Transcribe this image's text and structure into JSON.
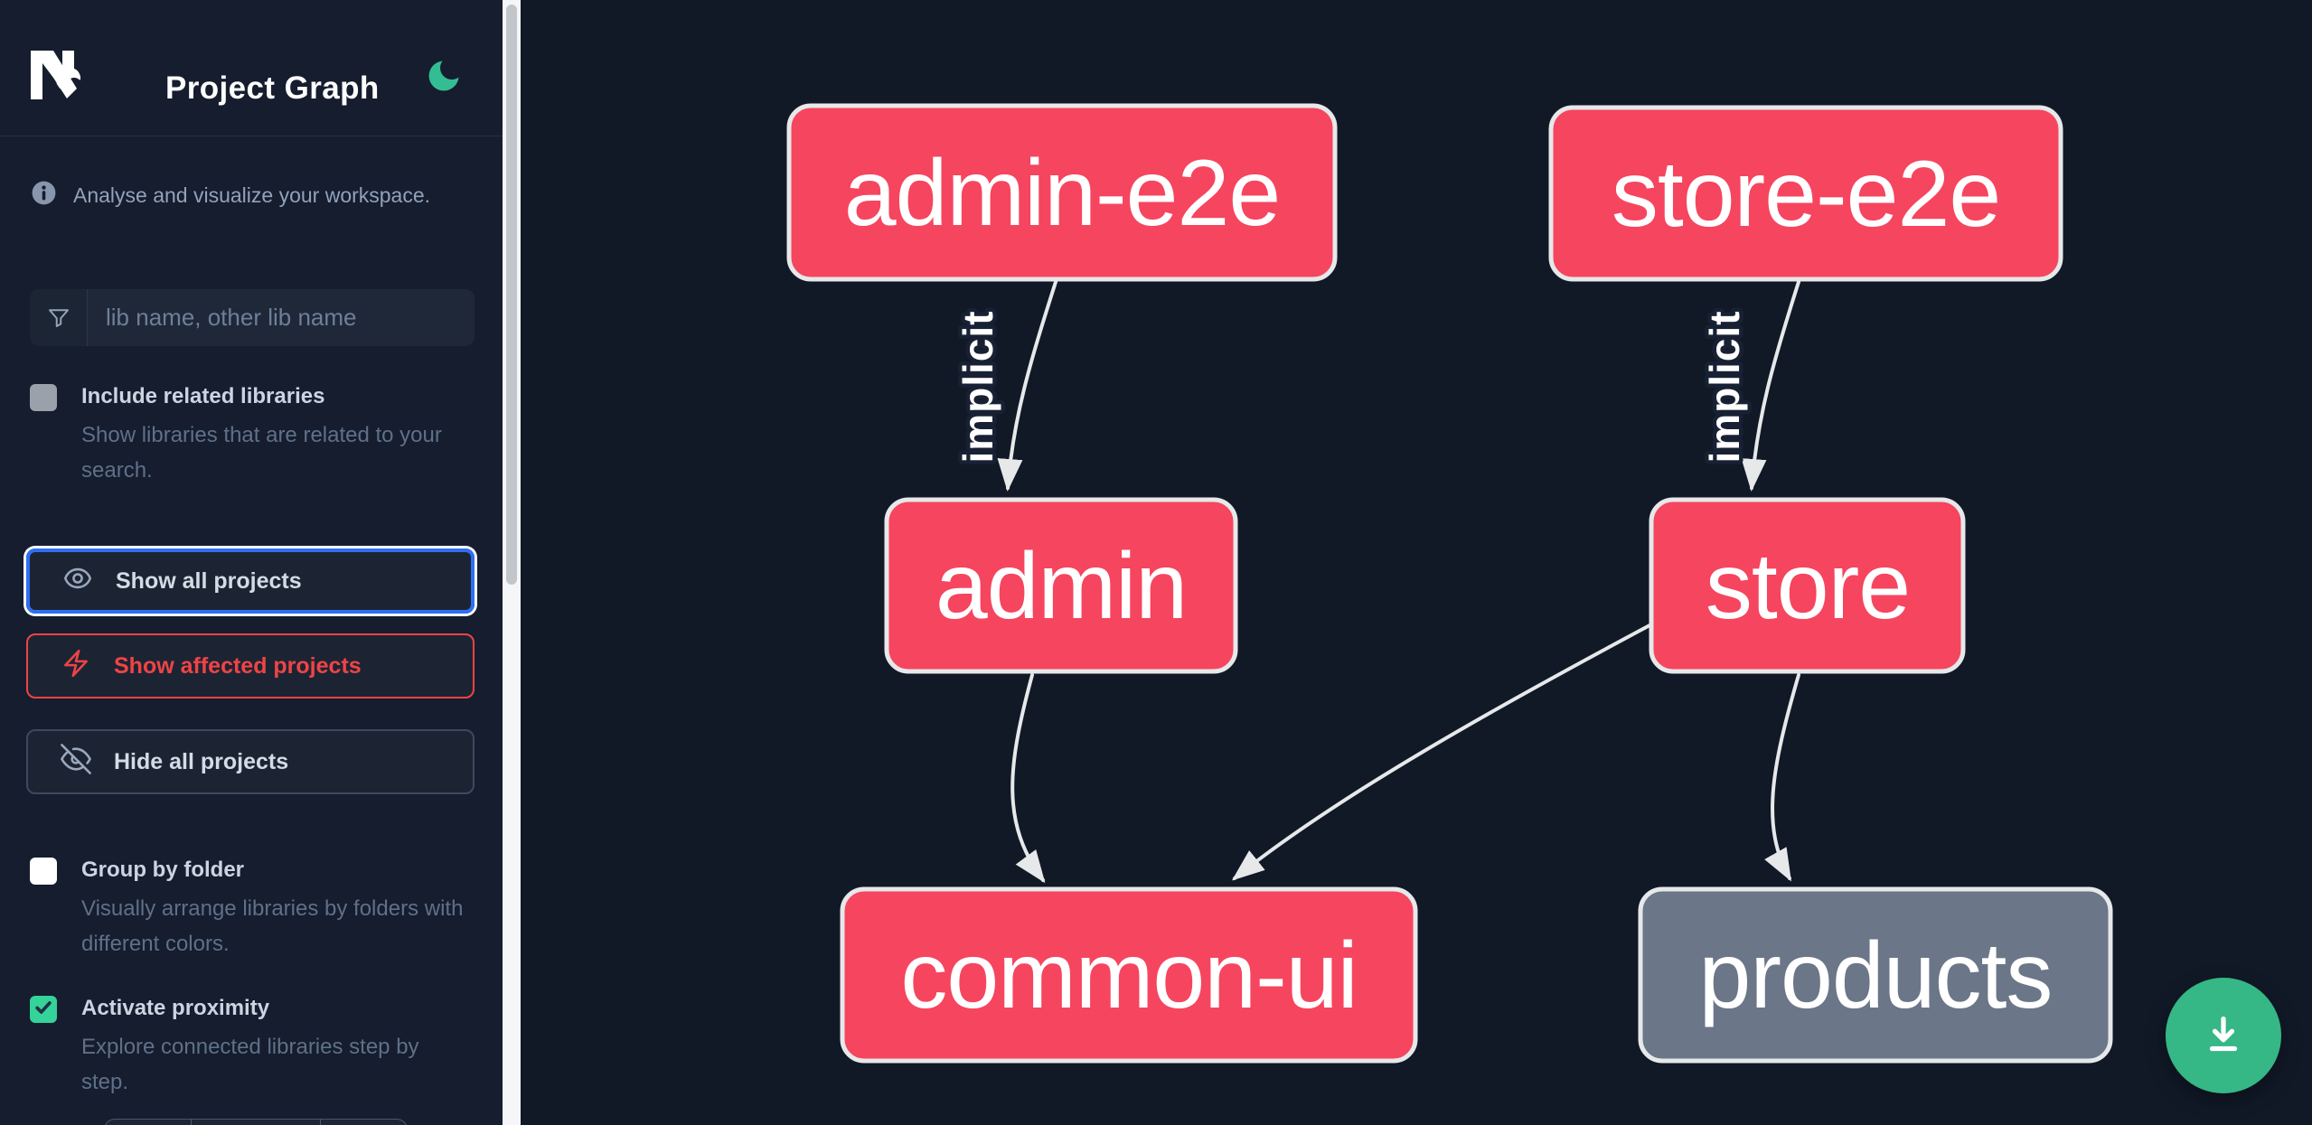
{
  "header": {
    "title": "Project Graph"
  },
  "sidebar": {
    "tagline": "Analyse and visualize your workspace.",
    "search_placeholder": "lib name, other lib name",
    "include_related": {
      "label": "Include related libraries",
      "description": "Show libraries that are related to your search.",
      "checked": false
    },
    "actions": [
      {
        "label": "Show all projects",
        "state": "focused"
      },
      {
        "label": "Show affected projects",
        "state": "affected"
      },
      {
        "label": "Hide all projects",
        "state": "default"
      }
    ],
    "group_by_folder": {
      "label": "Group by folder",
      "description": "Visually arrange libraries by folders with different colors.",
      "checked": false
    },
    "activate_proximity": {
      "label": "Activate proximity",
      "description": "Explore connected libraries step by step.",
      "checked": true
    }
  },
  "graph": {
    "nodes": [
      {
        "id": "admin-e2e",
        "label": "admin-e2e",
        "color": "pink"
      },
      {
        "id": "store-e2e",
        "label": "store-e2e",
        "color": "pink"
      },
      {
        "id": "admin",
        "label": "admin",
        "color": "pink"
      },
      {
        "id": "store",
        "label": "store",
        "color": "pink"
      },
      {
        "id": "common-ui",
        "label": "common-ui",
        "color": "pink"
      },
      {
        "id": "products",
        "label": "products",
        "color": "gray"
      }
    ],
    "edges": [
      {
        "from": "admin-e2e",
        "to": "admin",
        "label": "implicit"
      },
      {
        "from": "store-e2e",
        "to": "store",
        "label": "implicit"
      },
      {
        "from": "admin",
        "to": "common-ui",
        "label": ""
      },
      {
        "from": "store",
        "to": "common-ui",
        "label": ""
      },
      {
        "from": "store",
        "to": "products",
        "label": ""
      }
    ]
  },
  "colors": {
    "accent_green": "#35b786",
    "node_pink": "#f6455f",
    "node_gray": "#6b7688",
    "edge_gray": "#e6e8ea",
    "affected_red": "#ef4444",
    "focus_blue": "#2f6ff2",
    "sidebar_bg": "#151d2e",
    "canvas_bg": "#111927"
  }
}
